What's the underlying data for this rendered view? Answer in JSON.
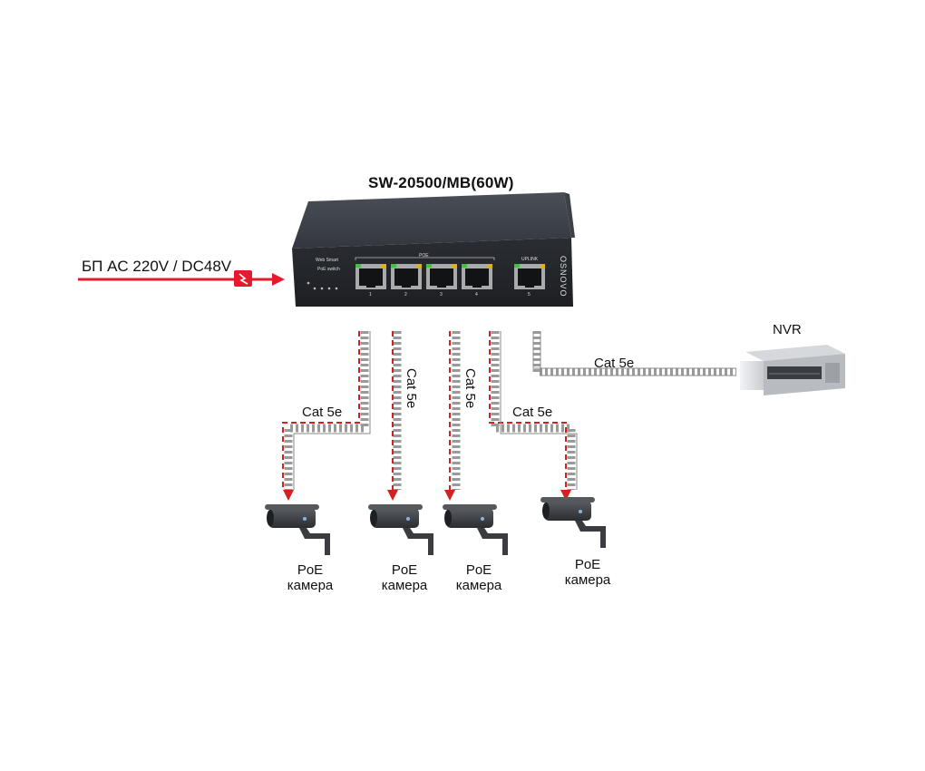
{
  "title": "SW-20500/MB(60W)",
  "power_label": "БП AC 220V / DC48V",
  "switch": {
    "brand": "OSNOVO",
    "face_line1": "Web Smart",
    "face_line2": "PoE switch",
    "poe_group_label": "POE",
    "uplink_label": "UPLINK",
    "port_numbers": [
      "1",
      "2",
      "3",
      "4",
      "5"
    ]
  },
  "cables": {
    "cam1_label": "Cat 5e",
    "cam2_label": "Cat 5e",
    "cam3_label": "Cat 5e",
    "cam4_label": "Cat 5e",
    "nvr_label": "Cat 5e"
  },
  "nvr_label": "NVR",
  "cameras": [
    {
      "line1": "PoE",
      "line2": "камера"
    },
    {
      "line1": "PoE",
      "line2": "камера"
    },
    {
      "line1": "PoE",
      "line2": "камера"
    },
    {
      "line1": "PoE",
      "line2": "камера"
    }
  ],
  "colors": {
    "power_arrow": "#e8192c",
    "poe_arrow": "#d42020",
    "switch_body": "#2b2f35",
    "cable": "#9a9a9a"
  }
}
